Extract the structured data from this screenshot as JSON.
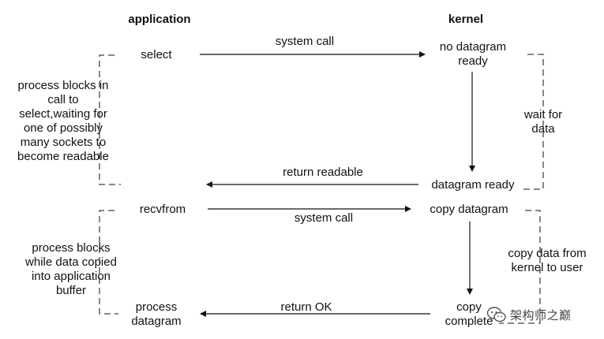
{
  "headers": {
    "application": "application",
    "kernel": "kernel"
  },
  "app_steps": {
    "select": "select",
    "recvfrom": "recvfrom",
    "process": [
      "process",
      "datagram"
    ]
  },
  "kernel_steps": {
    "no_datagram": [
      "no datagram",
      "ready"
    ],
    "datagram_ready": "datagram ready",
    "copy_datagram": "copy datagram",
    "copy_complete": [
      "copy",
      "complete"
    ]
  },
  "arrows": {
    "system_call_1": "system call",
    "return_readable": "return readable",
    "system_call_2": "system call",
    "return_ok": "return OK"
  },
  "brackets": {
    "blocks_select": [
      "process blocks in",
      "call to",
      "select,waiting for",
      "one of possibly",
      "many sockets to",
      "become readable"
    ],
    "wait_for_data": [
      "wait for",
      "data"
    ],
    "blocks_copy": [
      "process blocks",
      "while data copied",
      "into application",
      "buffer"
    ],
    "copy_to_user": [
      "copy data from",
      "kernel to user"
    ]
  },
  "watermark": {
    "text": "架构师之巅",
    "icon": "wechat-icon"
  },
  "colors": {
    "line": "#111111",
    "text": "#111111"
  }
}
